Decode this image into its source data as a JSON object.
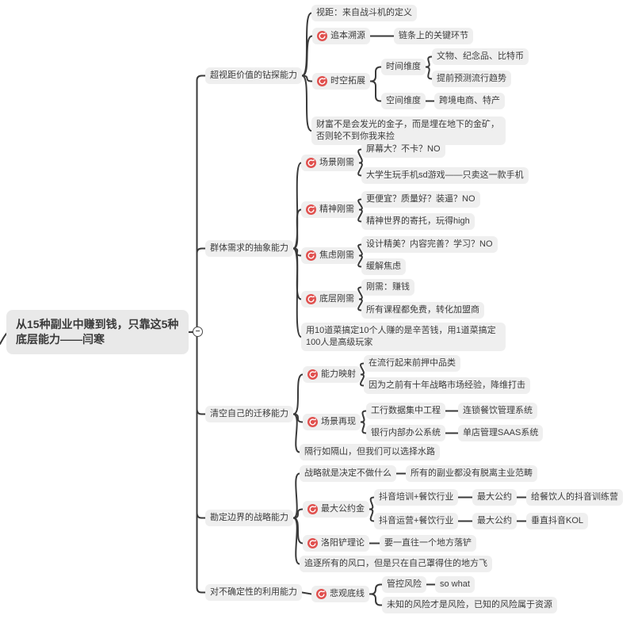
{
  "theme": {
    "background": "#ffffff",
    "node_fill": "#efefef",
    "text_color": "#3c3c3c",
    "line_color": "#3a3a3a",
    "marker_color": "#e0504e",
    "marker_icon": "red-circular-arrow"
  },
  "toggle": {
    "symbol": "−"
  },
  "root": {
    "label": "从15种副业中赚到钱，只靠这5种底层能力——闫寒"
  },
  "branches": [
    {
      "label": "超视距价值的钻探能力",
      "children": [
        {
          "label": "视距：来自战斗机的定义"
        },
        {
          "label": "追本溯源",
          "marker": true,
          "children": [
            {
              "label": "链条上的关键环节"
            }
          ]
        },
        {
          "label": "时空拓展",
          "marker": true,
          "children": [
            {
              "label": "时间维度",
              "children": [
                {
                  "label": "文物、纪念品、比特币"
                },
                {
                  "label": "提前预测流行趋势"
                }
              ]
            },
            {
              "label": "空间维度",
              "children": [
                {
                  "label": "跨境电商、特产"
                }
              ]
            }
          ]
        },
        {
          "label": "财富不是会发光的金子，而是埋在地下的金矿，否则轮不到你我来捡"
        }
      ]
    },
    {
      "label": "群体需求的抽象能力",
      "children": [
        {
          "label": "场景刚需",
          "marker": true,
          "children": [
            {
              "label": "屏幕大？不卡？NO"
            },
            {
              "label": "大学生玩手机sd游戏——只卖这一款手机"
            }
          ]
        },
        {
          "label": "精神刚需",
          "marker": true,
          "children": [
            {
              "label": "更便宜？质量好？装逼？NO"
            },
            {
              "label": "精神世界的寄托，玩得high"
            }
          ]
        },
        {
          "label": "焦虑刚需",
          "marker": true,
          "children": [
            {
              "label": "设计精美？内容完善？学习？NO"
            },
            {
              "label": "缓解焦虑"
            }
          ]
        },
        {
          "label": "底层刚需",
          "marker": true,
          "children": [
            {
              "label": "刚需：赚钱"
            },
            {
              "label": "所有课程都免费，转化加盟商"
            }
          ]
        },
        {
          "label": "用10道菜搞定10个人赚的是辛苦钱，用1道菜搞定100人是高级玩家"
        }
      ]
    },
    {
      "label": "清空自己的迁移能力",
      "children": [
        {
          "label": "能力映射",
          "marker": true,
          "children": [
            {
              "label": "在流行起来前押中品类"
            },
            {
              "label": "因为之前有十年战略市场经验，降维打击"
            }
          ]
        },
        {
          "label": "场景再现",
          "marker": true,
          "children": [
            {
              "label": "工行数据集中工程",
              "children": [
                {
                  "label": "连锁餐饮管理系统"
                }
              ]
            },
            {
              "label": "银行内部办公系统",
              "children": [
                {
                  "label": "单店管理SAAS系统"
                }
              ]
            }
          ]
        },
        {
          "label": "隔行如隔山，但我们可以选择水路"
        }
      ]
    },
    {
      "label": "勘定边界的战略能力",
      "children": [
        {
          "label": "战略就是决定不做什么",
          "children": [
            {
              "label": "所有的副业都没有脱离主业范畴"
            }
          ]
        },
        {
          "label": "最大公约金",
          "marker": true,
          "children": [
            {
              "label": "抖音培训+餐饮行业",
              "children": [
                {
                  "label": "最大公约",
                  "children": [
                    {
                      "label": "给餐饮人的抖音训练营"
                    }
                  ]
                }
              ]
            },
            {
              "label": "抖音运营+餐饮行业",
              "children": [
                {
                  "label": "最大公约",
                  "children": [
                    {
                      "label": "垂直抖音KOL"
                    }
                  ]
                }
              ]
            }
          ]
        },
        {
          "label": "洛阳铲理论",
          "marker": true,
          "children": [
            {
              "label": "要一直往一个地方落铲"
            }
          ]
        },
        {
          "label": "追逐所有的风口，但是只在自己罩得住的地方飞"
        }
      ]
    },
    {
      "label": "对不确定性的利用能力",
      "children": [
        {
          "label": "悲观底线",
          "marker": true,
          "children": [
            {
              "label": "管控风险",
              "children": [
                {
                  "label": "so what"
                }
              ]
            },
            {
              "label": "未知的风险才是风险，已知的风险属于资源"
            }
          ]
        }
      ]
    }
  ]
}
